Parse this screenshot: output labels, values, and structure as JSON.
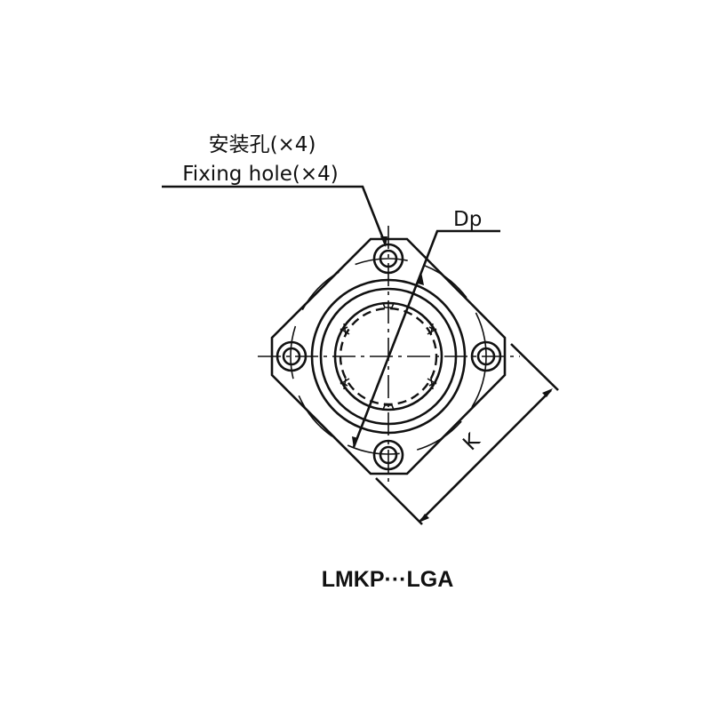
{
  "labels": {
    "fixing_hole_cn": "安装孔(×4)",
    "fixing_hole_en": "Fixing hole(×4)",
    "dp": "Dp",
    "k": "K",
    "model": "LMKP···LGA"
  }
}
